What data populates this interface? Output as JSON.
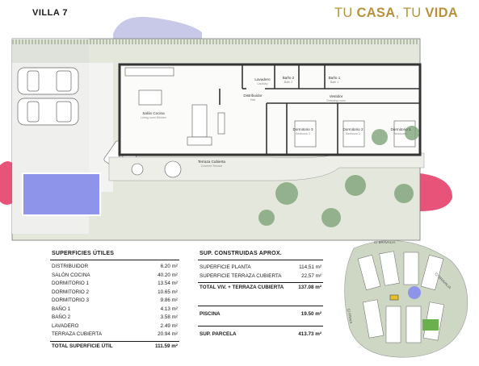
{
  "header": {
    "title": "VILLA 7",
    "brand_part1": "TU ",
    "brand_part2": "CASA",
    "brand_part3": ", TU ",
    "brand_part4": "VIDA"
  },
  "plan": {
    "salon_label": "Salón Cocina",
    "salon_sub": "Living room Kitchen",
    "distribuidor_label": "Distribuidor",
    "distribuidor_sub": "Hall",
    "lavadero_label": "Lavadero",
    "lavadero_sub": "Laundry",
    "bano2_label": "Baño 2",
    "bano2_sub": "Bath 2",
    "bano1_label": "Baño 1",
    "bano1_sub": "Bath 1",
    "vestidor_label": "Vestidor",
    "vestidor_sub": "Dressing room",
    "dorm3_label": "Dormitorio 3",
    "dorm3_sub": "Bedroom 3",
    "dorm2_label": "Dormitorio 2",
    "dorm2_sub": "Bedroom 2",
    "dorm1_label": "Dormitorio 1",
    "dorm1_sub": "Bedroom 1",
    "terraza_label": "Terraza Cubierta",
    "terraza_sub": "Covered Terrace"
  },
  "superficies_utiles": {
    "heading": "SUPERFICIES ÚTILES",
    "rows": [
      {
        "label": "DISTRIBUIDOR",
        "value": "6.20 m²"
      },
      {
        "label": "SALÓN COCINA",
        "value": "40.20 m²"
      },
      {
        "label": "DORMITORIO 1",
        "value": "13.54 m²"
      },
      {
        "label": "DORMITORIO 2",
        "value": "10.65 m²"
      },
      {
        "label": "DORMITORIO 3",
        "value": "9.86 m²"
      },
      {
        "label": "BAÑO 1",
        "value": "4.13 m²"
      },
      {
        "label": "BAÑO 2",
        "value": "3.58 m²"
      },
      {
        "label": "LAVADERO",
        "value": "2.49 m²"
      },
      {
        "label": "TERRAZA CUBIERTA",
        "value": "20.94 m²"
      }
    ],
    "total_label": "TOTAL SUPERFICIE ÚTIL",
    "total_value": "111.59 m²"
  },
  "superficies_construidas": {
    "heading": "SUP. CONSTRUIDAS APROX.",
    "planta_label": "SUPERFICIE PLANTA",
    "planta_value": "114,51 m²",
    "terraza_label": "SUPERFICIE TERRAZA CUBIERTA",
    "terraza_value": "22,57 m²",
    "total_label": "TOTAL VIV. + TERRAZA CUBIERTA",
    "total_value": "137.08 m²",
    "piscina_label": "PISCINA",
    "piscina_value": "19.50 m²",
    "parcela_label": "SUP. PARCELA",
    "parcela_value": "413.73 m²"
  },
  "site_map": {
    "street1": "C/ BRAVALIA",
    "street2": "C/ BRAVALIA",
    "street3": "C/ PRAIA"
  },
  "colors": {
    "brand_gold": "#b8913b",
    "garden": "#e4e8dc",
    "pool": "#8d94ea",
    "decor_pink": "#e8537a",
    "decor_lavender": "#c8c8e8"
  }
}
